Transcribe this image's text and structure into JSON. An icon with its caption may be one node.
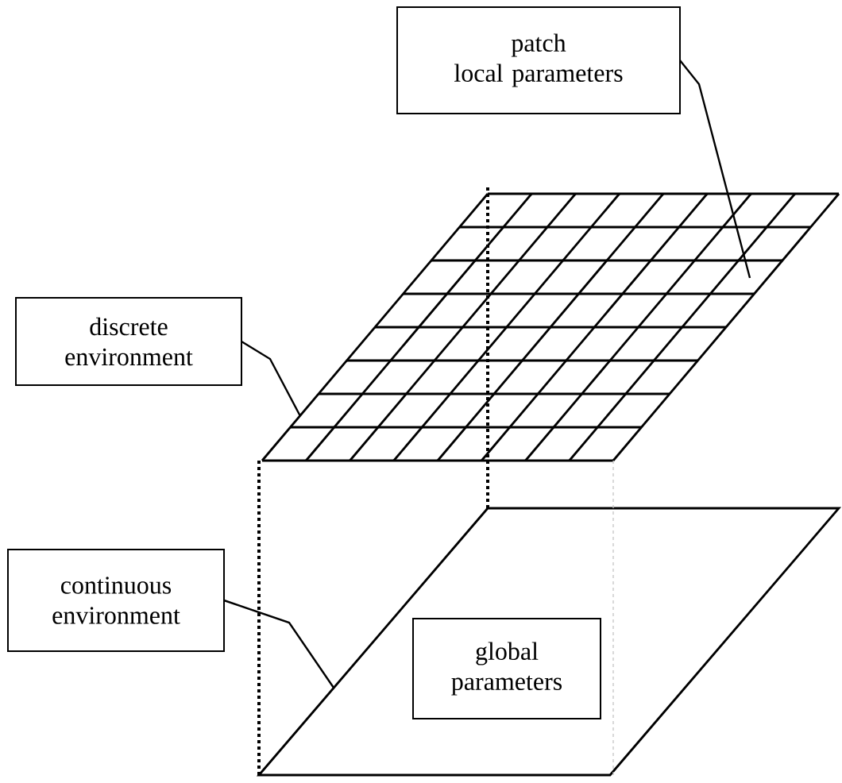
{
  "diagram": {
    "nodes": [
      {
        "text": [
          "patch",
          "local parameters"
        ]
      },
      {
        "text": [
          "discrete environment"
        ]
      },
      {
        "text": [],
        "shape": "grid"
      },
      {
        "text": [
          "continuous environment"
        ]
      },
      {
        "text": [],
        "shape": "parallelogram"
      },
      {
        "text": [
          "global parameters"
        ],
        "in": 4
      }
    ],
    "edges": [
      {
        "from": 0,
        "to": 2,
        "arrow": "none"
      },
      {
        "from": 1,
        "to": 2,
        "arrow": "none"
      },
      {
        "from": 3,
        "to": 4,
        "arrow": "none"
      },
      {
        "from": 2,
        "to": 4,
        "arrow": "none",
        "style": "dashed"
      },
      {
        "from": 2,
        "to": 4,
        "arrow": "none",
        "style": "dashed"
      },
      {
        "from": 2,
        "to": 4,
        "arrow": "none",
        "style": "dashed",
        "color": "#c0c0c0"
      }
    ]
  }
}
